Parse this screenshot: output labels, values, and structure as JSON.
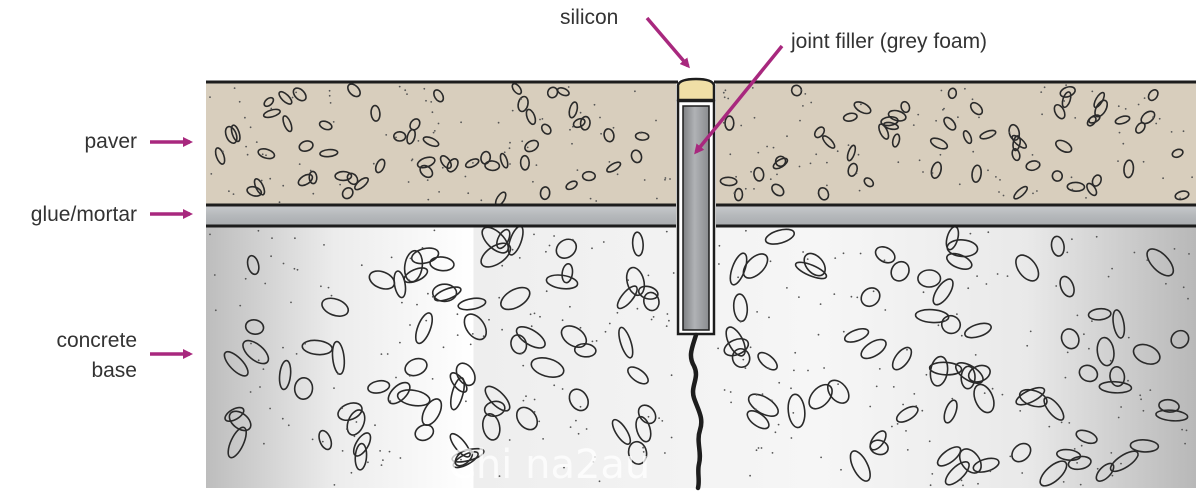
{
  "labels": {
    "silicon": "silicon",
    "joint_filler": "joint filler (grey foam)",
    "paver": "paver",
    "glue_mortar": "glue/mortar",
    "concrete_line1": "concrete",
    "concrete_line2": "base"
  },
  "watermark": "Chi na2au",
  "colors": {
    "arrow": "#a8287e",
    "paver_fill": "#d8cebd",
    "mortar_fill": "#b9bcbf",
    "concrete_light": "#f7f7f7",
    "concrete_mid": "#e4e4e4",
    "concrete_dark": "#bcbcbc",
    "foam_fill": "#9fa1a4",
    "silicon_fill": "#f0dfa6",
    "outline": "#1d1d1d",
    "text": "#333333"
  }
}
